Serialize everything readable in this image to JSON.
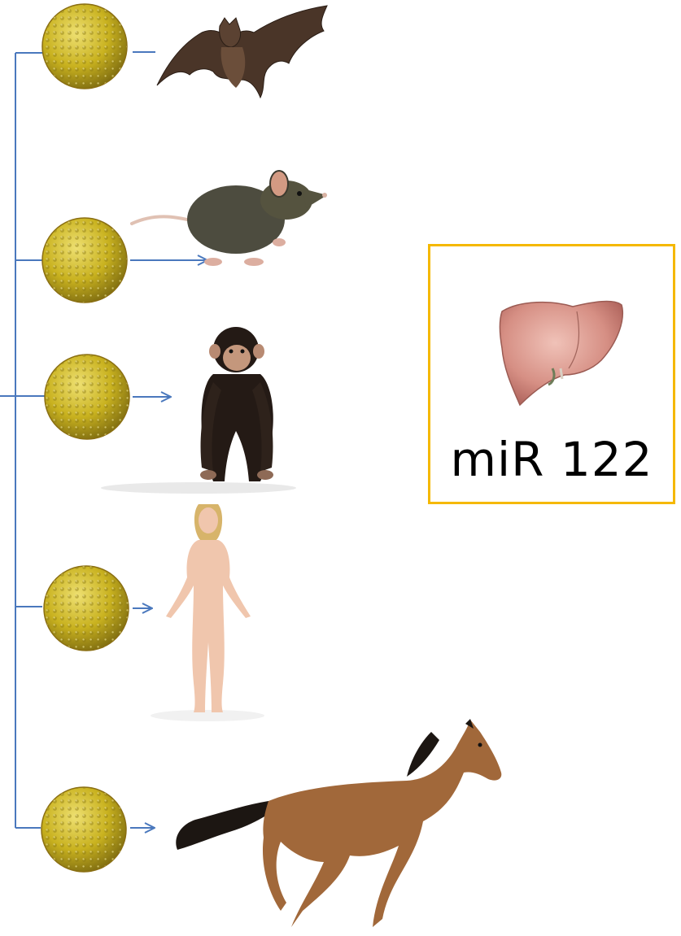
{
  "diagram": {
    "line_color": "#4a78bd",
    "virus_color": "#c9b21f",
    "rows": [
      {
        "virus": "virus-particle-icon",
        "host": "bat-icon",
        "connector": "line"
      },
      {
        "virus": "virus-particle-icon",
        "host": "rat-icon",
        "connector": "arrow"
      },
      {
        "virus": "virus-particle-icon",
        "host": "chimpanzee-icon",
        "connector": "arrow"
      },
      {
        "virus": "virus-particle-icon",
        "host": "human-icon",
        "connector": "arrow"
      },
      {
        "virus": "virus-particle-icon",
        "host": "horse-icon",
        "connector": "arrow"
      }
    ]
  },
  "liver_box": {
    "icon": "liver-icon",
    "label": "miR 122",
    "border_color": "#f5b800"
  }
}
